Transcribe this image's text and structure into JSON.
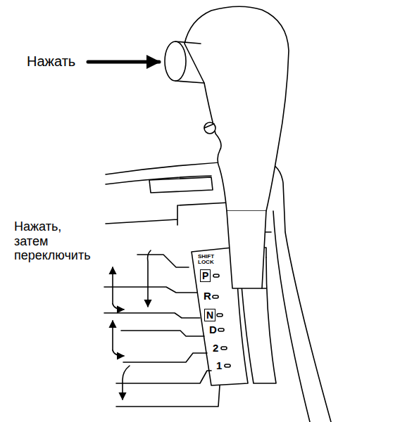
{
  "diagram": {
    "nodes": [
      {
        "text": [
          "P"
        ]
      },
      {
        "text": [
          "N"
        ]
      }
    ],
    "labels": [
      "Нажать",
      "Нажать, затем переключить",
      "SHIFT LOCK",
      "R",
      "D",
      "2",
      "1"
    ]
  }
}
